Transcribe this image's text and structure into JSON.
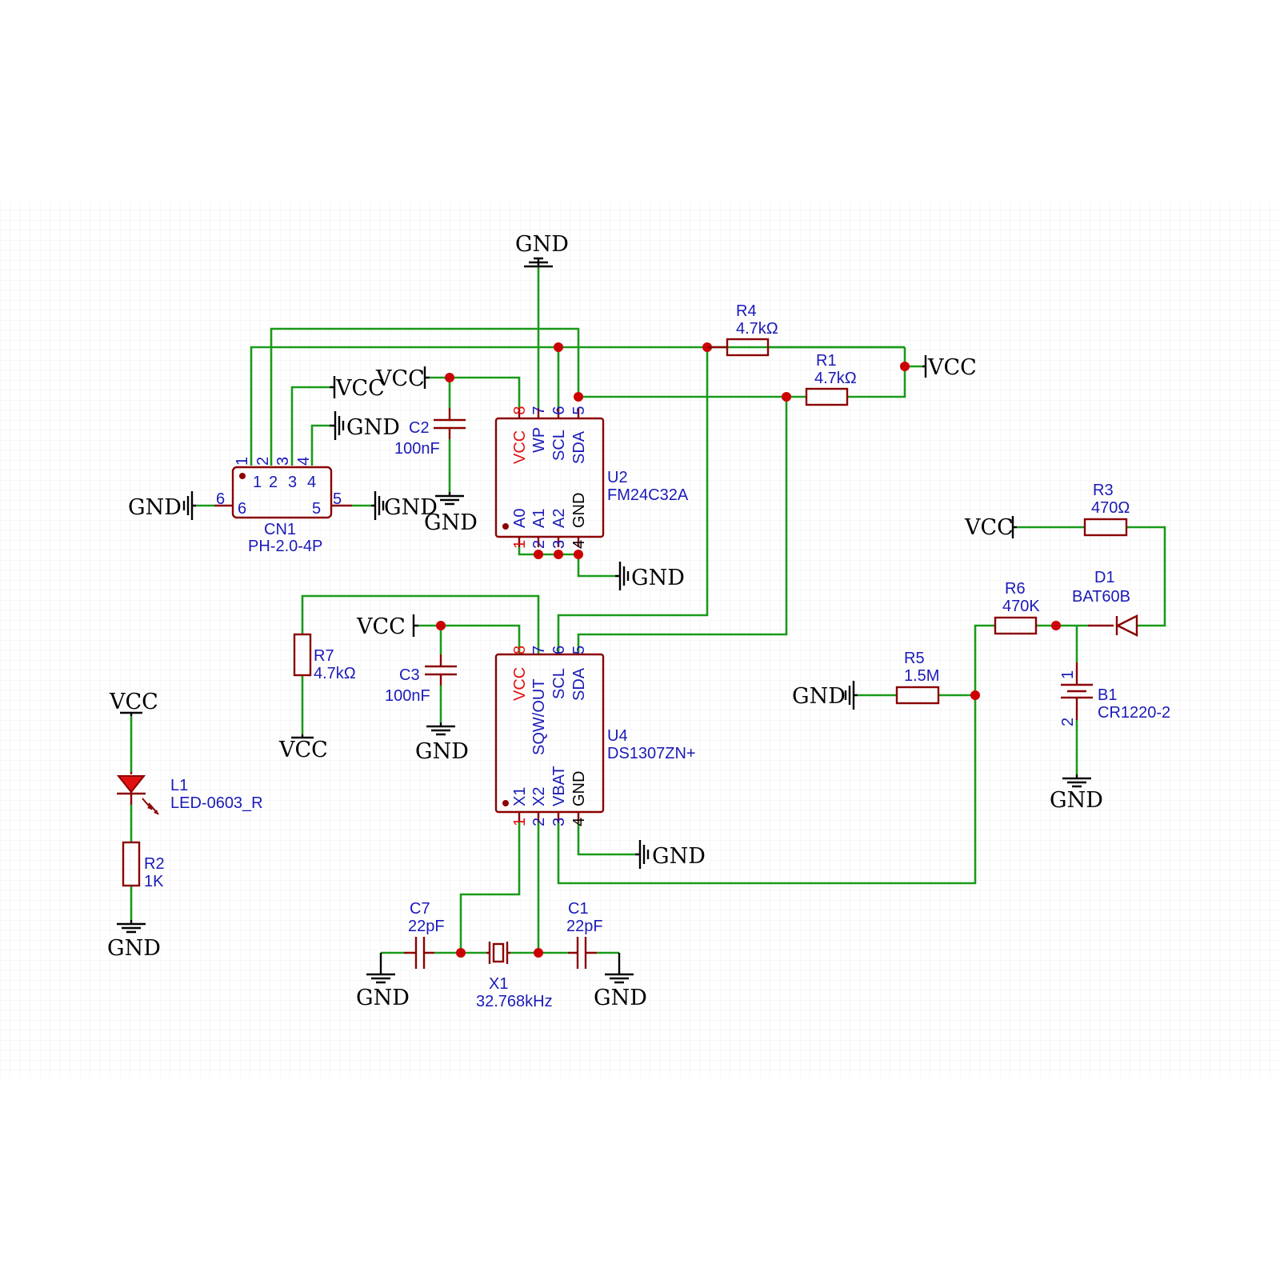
{
  "symbols": {
    "gnd": "GND",
    "vcc": "VCC"
  },
  "components": {
    "cn1": {
      "ref": "CN1",
      "value": "PH-2.0-4P",
      "pins": [
        "1",
        "2",
        "3",
        "4",
        "5",
        "6"
      ]
    },
    "u2": {
      "ref": "U2",
      "value": "FM24C32A",
      "top_pins": [
        {
          "num": "8",
          "name": "VCC"
        },
        {
          "num": "7",
          "name": "WP"
        },
        {
          "num": "6",
          "name": "SCL"
        },
        {
          "num": "5",
          "name": "SDA"
        }
      ],
      "bottom_pins": [
        {
          "num": "1",
          "name": "A0"
        },
        {
          "num": "2",
          "name": "A1"
        },
        {
          "num": "3",
          "name": "A2"
        },
        {
          "num": "4",
          "name": "GND"
        }
      ]
    },
    "u4": {
      "ref": "U4",
      "value": "DS1307ZN+",
      "top_pins": [
        {
          "num": "8",
          "name": "VCC"
        },
        {
          "num": "7",
          "name": "SQW/OUT"
        },
        {
          "num": "6",
          "name": "SCL"
        },
        {
          "num": "5",
          "name": "SDA"
        }
      ],
      "bottom_pins": [
        {
          "num": "1",
          "name": "X1"
        },
        {
          "num": "2",
          "name": "X2"
        },
        {
          "num": "3",
          "name": "VBAT"
        },
        {
          "num": "4",
          "name": "GND"
        }
      ]
    },
    "r1": {
      "ref": "R1",
      "value": "4.7kΩ"
    },
    "r2": {
      "ref": "R2",
      "value": "1K"
    },
    "r3": {
      "ref": "R3",
      "value": "470Ω"
    },
    "r4": {
      "ref": "R4",
      "value": "4.7kΩ"
    },
    "r5": {
      "ref": "R5",
      "value": "1.5M"
    },
    "r6": {
      "ref": "R6",
      "value": "470K"
    },
    "r7": {
      "ref": "R7",
      "value": "4.7kΩ"
    },
    "c1": {
      "ref": "C1",
      "value": "22pF"
    },
    "c2": {
      "ref": "C2",
      "value": "100nF"
    },
    "c3": {
      "ref": "C3",
      "value": "100nF"
    },
    "c7": {
      "ref": "C7",
      "value": "22pF"
    },
    "x1": {
      "ref": "X1",
      "value": "32.768kHz"
    },
    "d1": {
      "ref": "D1",
      "value": "BAT60B"
    },
    "b1": {
      "ref": "B1",
      "value": "CR1220-2",
      "pins": [
        "1",
        "2"
      ]
    },
    "l1": {
      "ref": "L1",
      "value": "LED-0603_R"
    }
  },
  "colors": {
    "wire": "#1a9a1a",
    "part": "#8b0000",
    "designator": "#1a1ab8",
    "junction": "#cc0000",
    "pin_name_power": "#e01010",
    "grid": "#e6e6e6"
  }
}
